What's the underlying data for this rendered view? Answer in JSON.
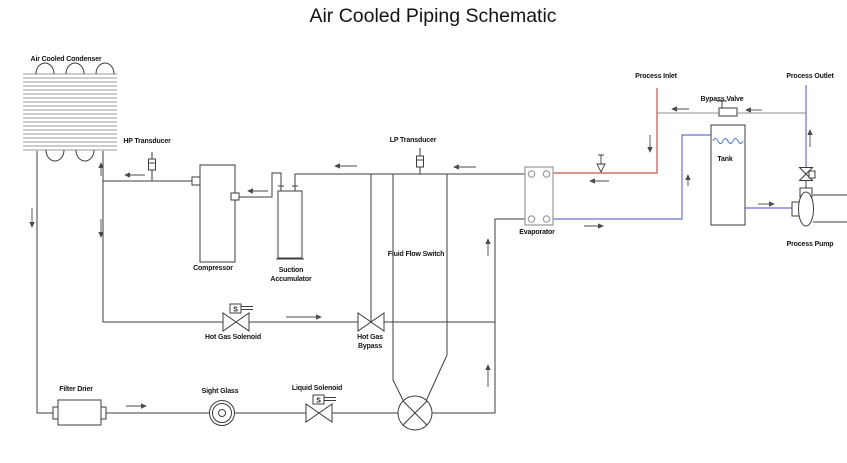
{
  "title": "Air Cooled Piping Schematic",
  "labels": {
    "condenser": "Air Cooled Condenser",
    "hp_transducer": "HP Transducer",
    "lp_transducer": "LP Transducer",
    "compressor": "Compressor",
    "suction_accumulator_line1": "Suction",
    "suction_accumulator_line2": "Accumulator",
    "fluid_flow_switch": "Fluid Flow Switch",
    "hot_gas_solenoid": "Hot Gas Solenoid",
    "hot_gas_bypass_line1": "Hot Gas",
    "hot_gas_bypass_line2": "Bypass",
    "filter_drier": "Filter Drier",
    "sight_glass": "Sight Glass",
    "liquid_solenoid": "Liquid Solenoid",
    "evaporator": "Evaporator",
    "process_inlet": "Process Inlet",
    "bypass_valve": "Bypass Valve",
    "tank": "Tank",
    "process_outlet": "Process Outlet",
    "process_pump": "Process Pump",
    "solenoid_symbol": "S"
  },
  "colors": {
    "pipe": "#3d3d3d",
    "pipe_gray": "#8f8f8f",
    "fin_gray": "#7a7a7a",
    "evaporator_gray": "#9a9a9a",
    "process_inlet_red": "#c9524e",
    "process_outlet_blue": "#6a6fd8",
    "water_blue": "#4f7ad2",
    "arrow": "#4a4a4a"
  }
}
